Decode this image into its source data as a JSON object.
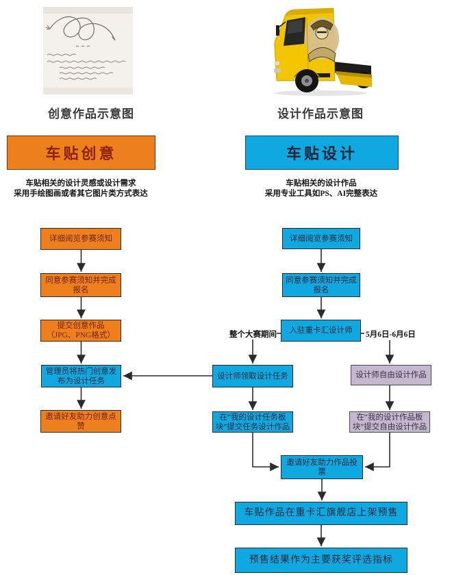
{
  "colors": {
    "orange": "#EE7F1D",
    "blue": "#10A8E0",
    "lavender": "#C4B8CE",
    "line": "#2B2B2B",
    "truck_yellow": "#F2C500"
  },
  "top": {
    "sketch_caption": "创意作品示意图",
    "truck_caption": "设计作品示意图"
  },
  "headers": {
    "creative": {
      "title": "车贴创意",
      "desc1": "车贴相关的设计灵感或设计需求",
      "desc2": "采用手绘图画或者其它图片类方式表达"
    },
    "design": {
      "title": "车贴设计",
      "desc1": "车贴相关的设计作品",
      "desc2": "采用专业工具如PS、AI完整表达"
    }
  },
  "flow": {
    "left": {
      "step1": "详细阅览参赛须知",
      "step2": "同意参赛须知并完成报名",
      "step3": "提交创意作品\n（JPG、PNG格式）",
      "step4": "管理员将热门创意发布为设计任务",
      "step5": "邀请好友助力创意点赞"
    },
    "right": {
      "step1": "详细阅览参赛须知",
      "step2": "同意参赛须知并完成报名",
      "step3": "入驻重卡汇设计师",
      "period_label": "整个大赛期间",
      "dates_label": "5月6日-6月6日",
      "task_step1": "设计师领取设计任务",
      "task_step2": "在“我的设计任务板块”提交任务设计作品",
      "free_step1": "设计师自由设计作品",
      "free_step2": "在“我的设计作品板块”提交自由设计作品",
      "vote": "邀请好友助力作品投票",
      "presale": "车贴作品在重卡汇旗舰店上架预售",
      "result": "预售结果作为主要获奖评选指标"
    }
  }
}
